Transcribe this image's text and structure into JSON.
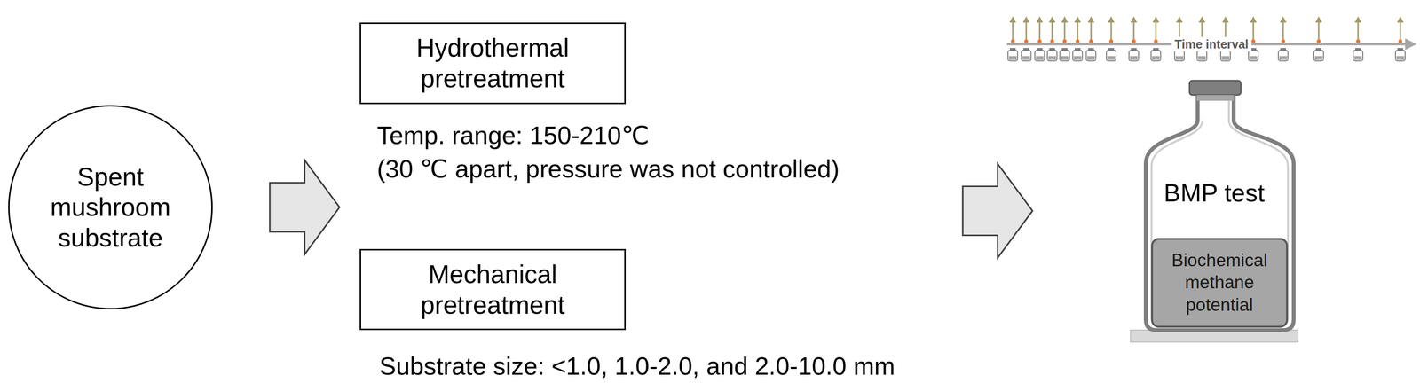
{
  "diagram": {
    "nodes": [
      {
        "text": [
          "Spent mushroom substrate"
        ]
      },
      {
        "text": [
          "Hydrothermal pretreatment"
        ]
      },
      {
        "text": [
          "Mechanical pretreatment"
        ]
      },
      {
        "text": [
          "BMP test"
        ]
      },
      {
        "text": [
          "Biochemical methane potential"
        ],
        "in": 3
      }
    ],
    "edges": [
      {
        "from": 0,
        "to": 1,
        "arrow": "to"
      },
      {
        "from": 0,
        "to": 2,
        "arrow": "to"
      },
      {
        "from": 1,
        "to": 3,
        "arrow": "to"
      },
      {
        "from": 2,
        "to": 3,
        "arrow": "to"
      }
    ],
    "labels": [
      "Temp. range: 150-210℃",
      "(30 ℃ apart, pressure was not controlled)",
      "Substrate size: <1.0, 1.0-2.0, and 2.0-10.0 mm",
      "Time interval"
    ]
  }
}
